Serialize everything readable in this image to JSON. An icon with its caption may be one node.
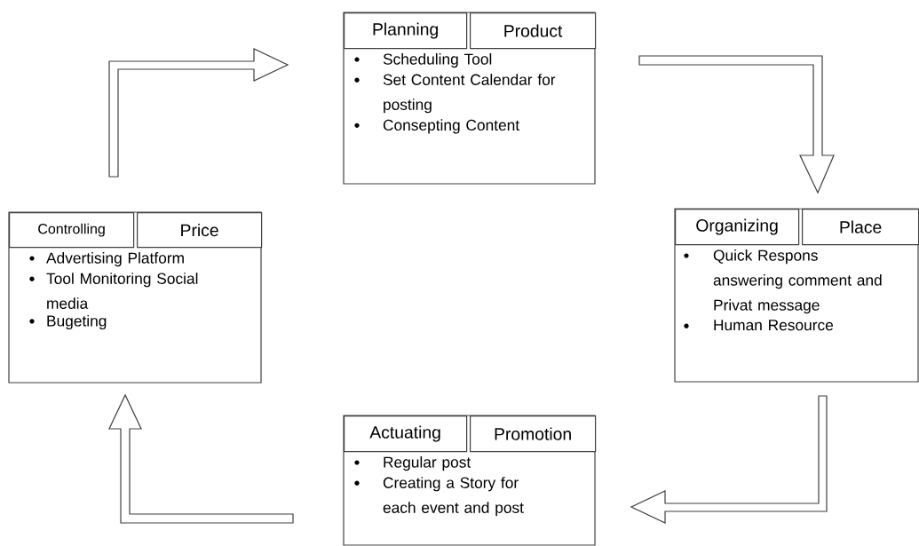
{
  "diagram": {
    "nodes": [
      {
        "text": [
          "Planning",
          "Product",
          "Scheduling Tool",
          "Set Content Calendar for posting",
          "Consepting Content"
        ]
      },
      {
        "text": [
          "Controlling",
          "Price",
          "Advertising Platform",
          "Tool Monitoring Social media",
          "Bugeting"
        ]
      },
      {
        "text": [
          "Organizing",
          "Place",
          "Quick Respons answering comment and Privat message",
          "Human Resource"
        ]
      },
      {
        "text": [
          "Actuating",
          "Promotion",
          "Regular post",
          "Creating a Story for each event and post"
        ]
      }
    ],
    "edges": [
      {
        "from": 0,
        "to": 2,
        "arrow": "to"
      },
      {
        "from": 2,
        "to": 3,
        "arrow": "to"
      },
      {
        "from": 3,
        "to": 1,
        "arrow": "to"
      },
      {
        "from": 1,
        "to": 0,
        "arrow": "to"
      }
    ]
  }
}
